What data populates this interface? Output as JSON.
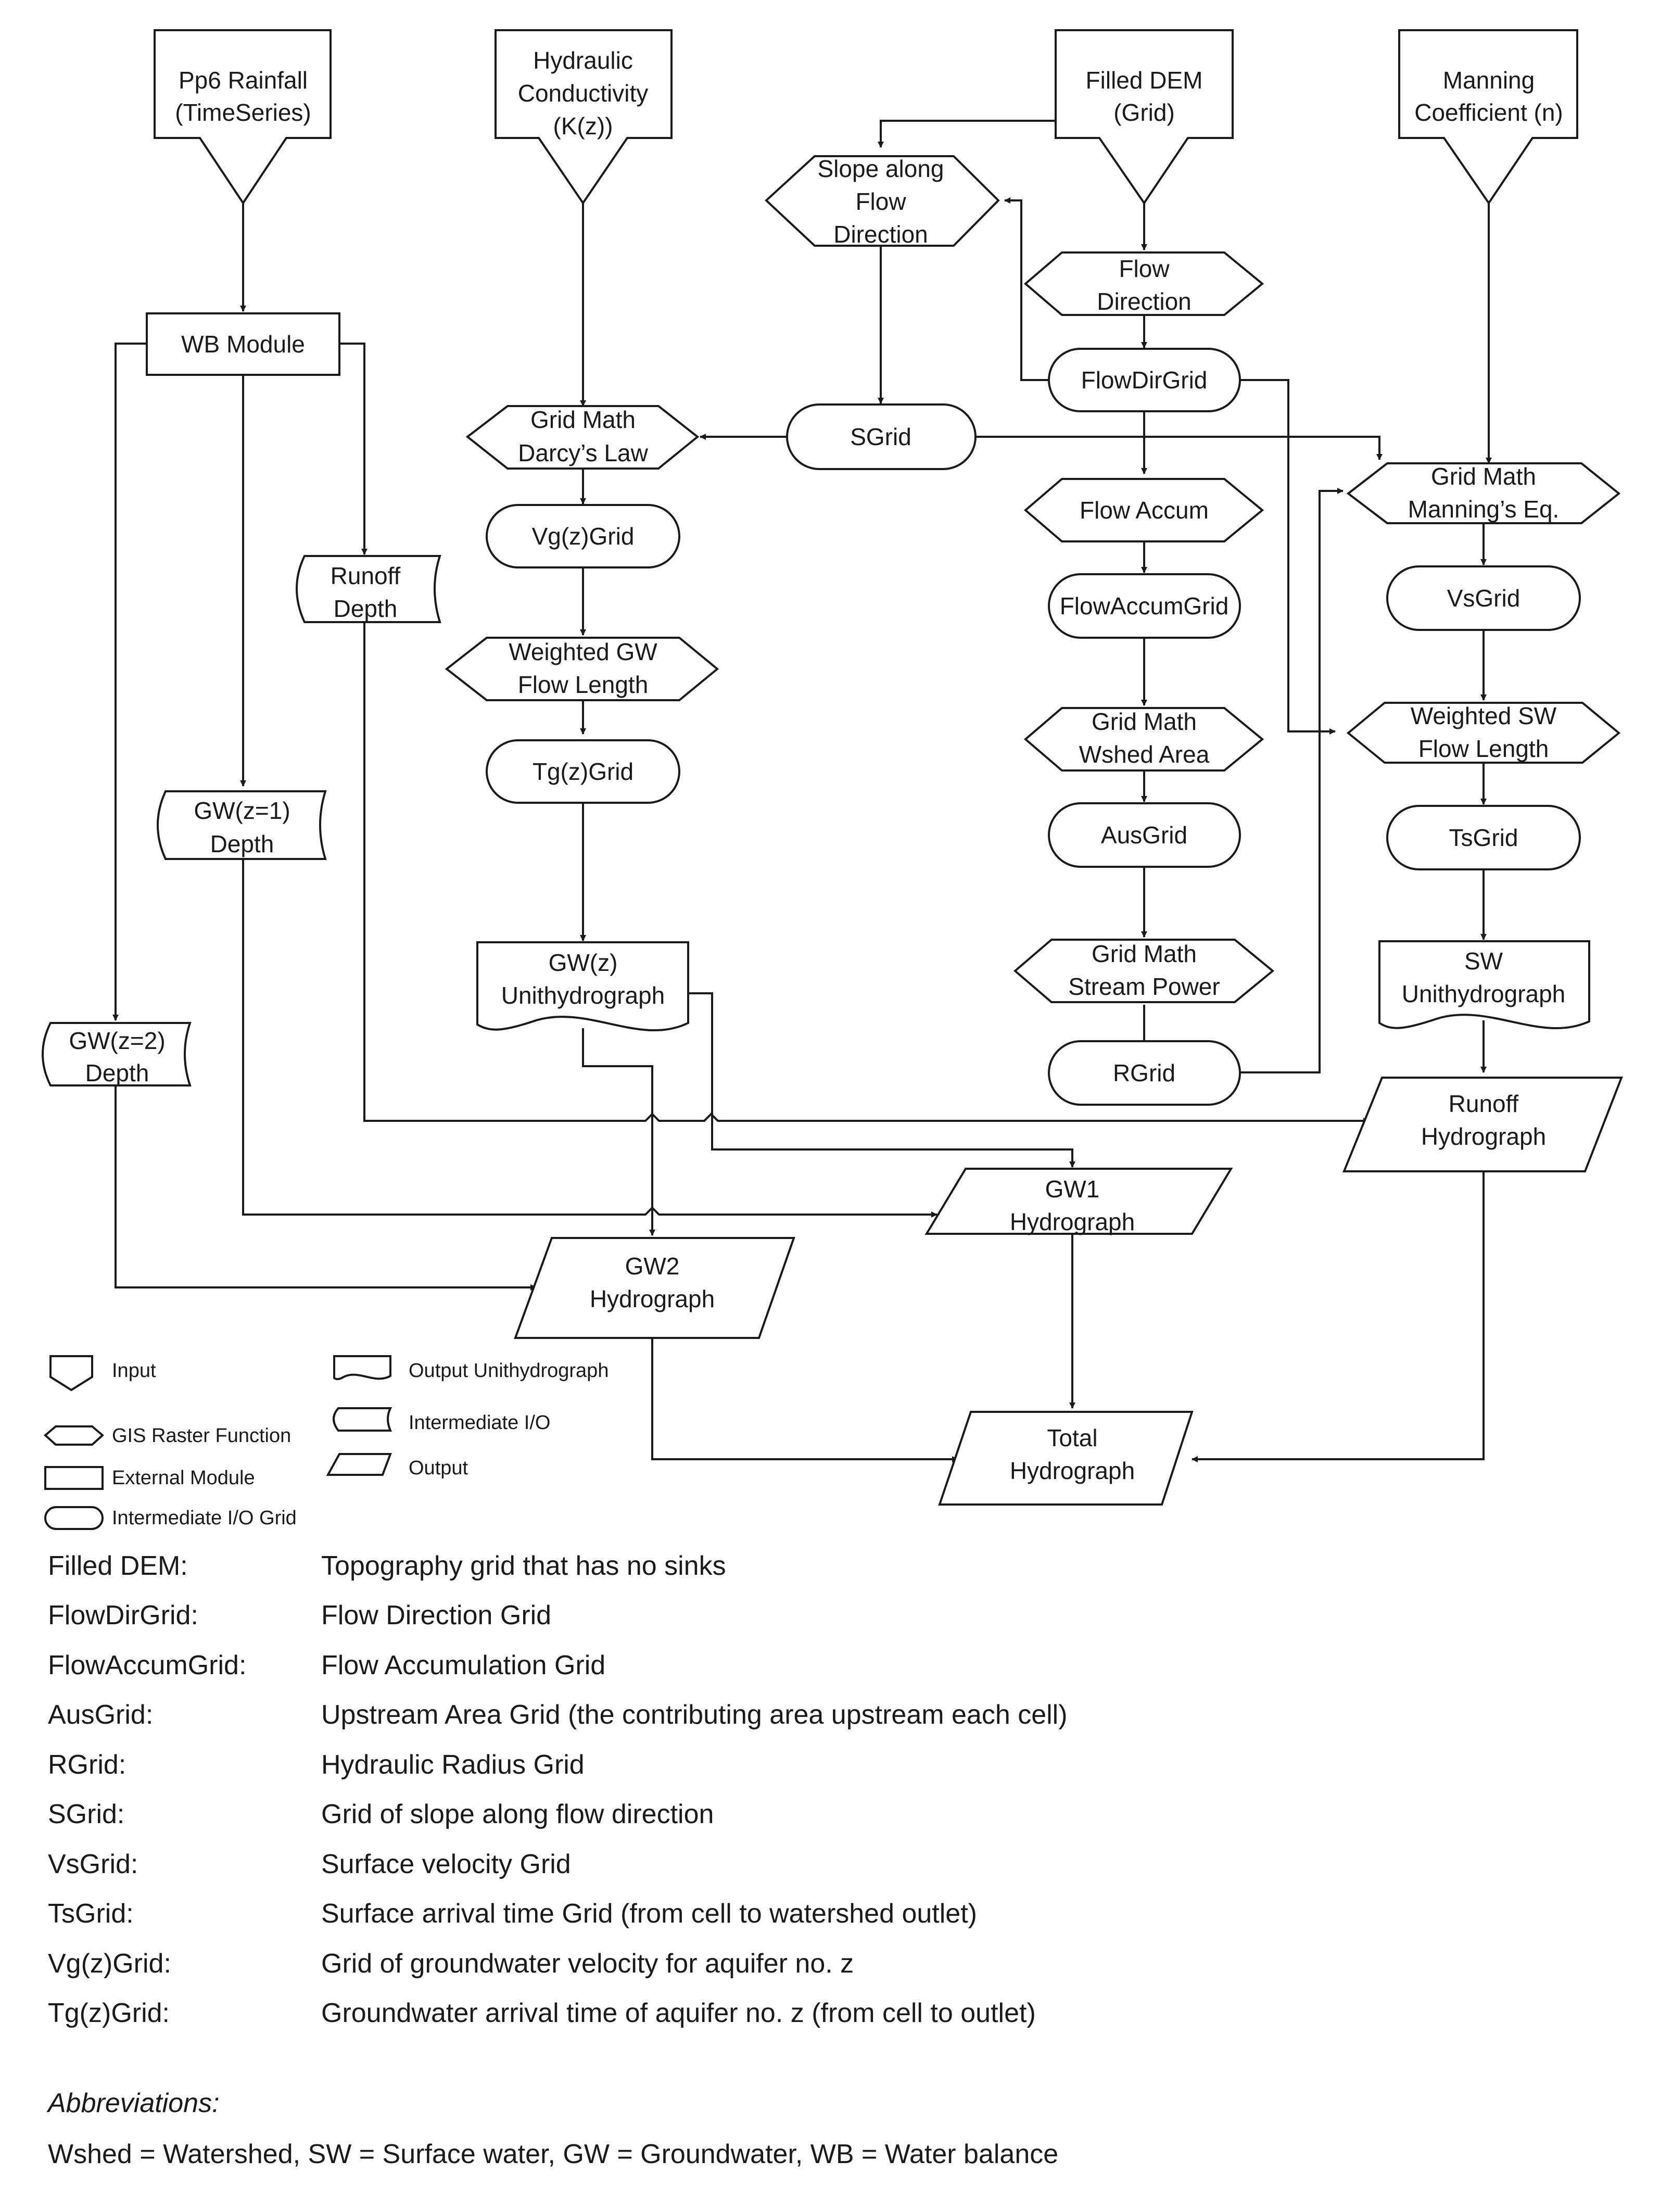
{
  "nodes": {
    "rainfall": [
      "Pp6 Rainfall",
      "(TimeSeries)"
    ],
    "hydraulic_conductivity": [
      "Hydraulic",
      "Conductivity",
      "(K(z))"
    ],
    "filled_dem": [
      "Filled DEM",
      "(Grid)"
    ],
    "manning": [
      "Manning",
      "Coefficient (n)"
    ],
    "slope": [
      "Slope along",
      "Flow",
      "Direction"
    ],
    "flow_direction": [
      "Flow",
      "Direction"
    ],
    "wb_module": [
      "WB Module"
    ],
    "flowdirgrid": [
      "FlowDirGrid"
    ],
    "darcy": [
      "Grid Math",
      "Darcy’s Law"
    ],
    "sgrid": [
      "SGrid"
    ],
    "manning_eq": [
      "Grid Math",
      "Manning’s Eq."
    ],
    "flow_accum": [
      "Flow Accum"
    ],
    "vgz_grid": [
      "Vg(z)Grid"
    ],
    "runoff_depth": [
      "Runoff",
      "Depth"
    ],
    "flowaccumgrid": [
      "FlowAccumGrid"
    ],
    "vsgrid": [
      "VsGrid"
    ],
    "weighted_gw": [
      "Weighted GW",
      "Flow Length"
    ],
    "wshed_area": [
      "Grid Math",
      "Wshed Area"
    ],
    "weighted_sw": [
      "Weighted SW",
      "Flow Length"
    ],
    "tgz_grid": [
      "Tg(z)Grid"
    ],
    "gw1_depth": [
      "GW(z=1)",
      "Depth"
    ],
    "ausgrid": [
      "AusGrid"
    ],
    "tsgrid": [
      "TsGrid"
    ],
    "gwz_uh": [
      "GW(z)",
      "Unithydrograph"
    ],
    "stream_power": [
      "Grid Math",
      "Stream Power"
    ],
    "sw_uh": [
      "SW",
      "Unithydrograph"
    ],
    "gw2_depth": [
      "GW(z=2)",
      "Depth"
    ],
    "rgrid": [
      "RGrid"
    ],
    "runoff_hydrograph": [
      "Runoff",
      "Hydrograph"
    ],
    "gw1_hydrograph": [
      "GW1",
      "Hydrograph"
    ],
    "gw2_hydrograph": [
      "GW2",
      "Hydrograph"
    ],
    "total_hydrograph": [
      "Total",
      "Hydrograph"
    ]
  },
  "legend": {
    "input": "Input",
    "gis_raster_function": "GIS Raster Function",
    "external_module": "External Module",
    "intermediate_io_grid": "Intermediate I/O Grid",
    "output_unithydrograph": "Output Unithydrograph",
    "intermediate_io": "Intermediate I/O",
    "output": "Output"
  },
  "definitions": [
    {
      "term": "Filled DEM:",
      "meaning": "Topography grid that has no sinks"
    },
    {
      "term": "FlowDirGrid:",
      "meaning": "Flow Direction Grid"
    },
    {
      "term": "FlowAccumGrid:",
      "meaning": "Flow Accumulation Grid"
    },
    {
      "term": "AusGrid:",
      "meaning": "Upstream Area Grid (the contributing area upstream each cell)"
    },
    {
      "term": "RGrid:",
      "meaning": "Hydraulic Radius Grid"
    },
    {
      "term": "SGrid:",
      "meaning": "Grid of slope along flow direction"
    },
    {
      "term": "VsGrid:",
      "meaning": "Surface velocity Grid"
    },
    {
      "term": "TsGrid:",
      "meaning": "Surface arrival time Grid (from cell to watershed outlet)"
    },
    {
      "term": "Vg(z)Grid:",
      "meaning": "Grid of groundwater velocity for aquifer no. z"
    },
    {
      "term": "Tg(z)Grid:",
      "meaning": "Groundwater arrival time of aquifer no. z (from cell to outlet)"
    }
  ],
  "abbreviations": {
    "title": "Abbreviations:",
    "text": "Wshed = Watershed, SW = Surface water, GW = Groundwater, WB = Water balance"
  }
}
